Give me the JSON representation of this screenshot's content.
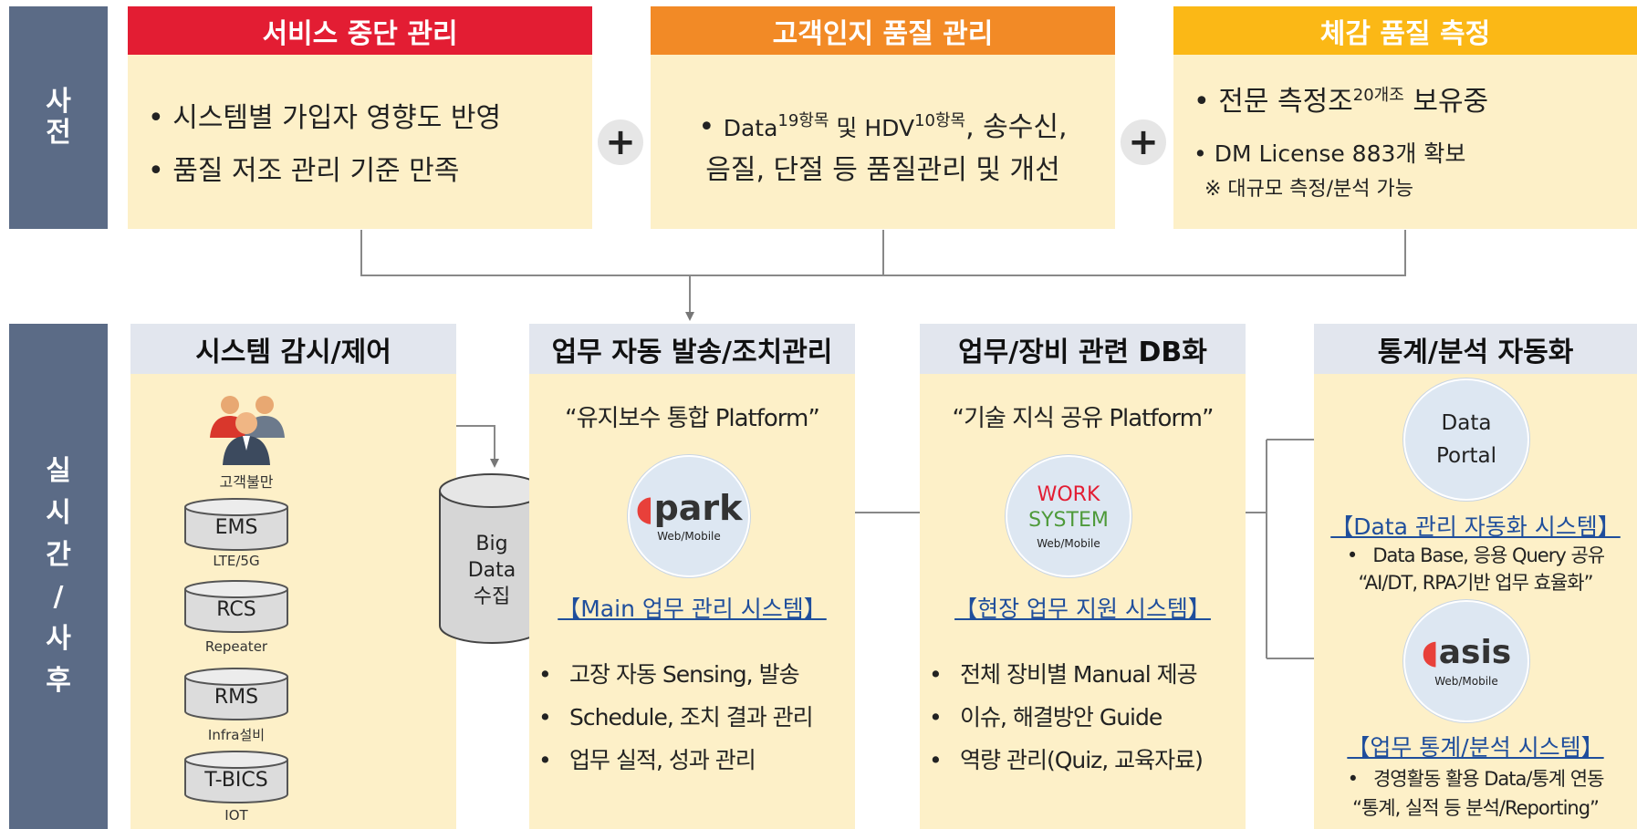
{
  "sidebar": {
    "pre": [
      "사",
      "전"
    ],
    "post": [
      "실",
      "시",
      "간",
      "/",
      "사",
      "후"
    ]
  },
  "top": {
    "box1": {
      "title": "서비스 중단 관리",
      "color": "#e31d33",
      "bullets": [
        "시스템별 가입자 영향도 반영",
        "품질 저조 관리 기준 만족"
      ]
    },
    "box2": {
      "title": "고객인지 품질 관리",
      "color": "#f28a26",
      "line1_a": "Data",
      "line1_sup1": "19항목",
      "line1_b": " 및 HDV",
      "line1_sup2": "10항목",
      "line1_c": ", 송수신,",
      "line2": "음질, 단절 등 품질관리 및 개선"
    },
    "box3": {
      "title": "체감 품질 측정",
      "color": "#fbb816",
      "line1_a": "전문 측정조",
      "line1_sup": "20개조",
      "line1_b": " 보유중",
      "line2": "DM License 883개 확보",
      "note": "※ 대규모 측정/분석 가능"
    },
    "plus": "+"
  },
  "sections": {
    "monitor": {
      "title": "시스템 감시/제어",
      "complaint_label": "고객불만",
      "systems": [
        {
          "name": "EMS",
          "label": "LTE/5G"
        },
        {
          "name": "RCS",
          "label": "Repeater"
        },
        {
          "name": "RMS",
          "label": "Infra설비"
        },
        {
          "name": "T-BICS",
          "label": "IOT"
        }
      ],
      "bigdata": [
        "Big",
        "Data",
        "수집"
      ]
    },
    "auto": {
      "title": "업무 자동 발송/조치관리",
      "quote": "“유지보수 통합 Platform”",
      "logo": "park",
      "logo_sub": "Web/Mobile",
      "link": "【Main 업무 관리 시스템】",
      "bullets": [
        "고장 자동 Sensing, 발송",
        "Schedule, 조치 결과 관리",
        "업무 실적, 성과 관리"
      ]
    },
    "db": {
      "title": "업무/장비 관련 DB화",
      "quote": "“기술 지식 공유 Platform”",
      "logo_l1": "WORK",
      "logo_l2": "SYSTEM",
      "logo_sub": "Web/Mobile",
      "link": "【현장 업무 지원 시스템】",
      "bullets": [
        "전체 장비별 Manual 제공",
        "이슈, 해결방안 Guide",
        "역량 관리(Quiz, 교육자료)"
      ]
    },
    "stats": {
      "title": "통계/분석 자동화",
      "portal_l1": "Data",
      "portal_l2": "Portal",
      "link1": "【Data 관리 자동화 시스템】",
      "desc1_a": "Data Base, 응용 Query 공유",
      "desc1_b": "“AI/DT, RPA기반 업무 효율화”",
      "logo": "asis",
      "logo_sub": "Web/Mobile",
      "link2": "【업무 통계/분석 시스템】",
      "desc2_a": "경영활동 활용 Data/통계 연동",
      "desc2_b": "“통계, 실적 등 분석/Reporting”"
    }
  },
  "colors": {
    "sidebar": "#5b6b86",
    "cream": "#fdf0c8",
    "link": "#1f4e9c",
    "logo_red": "#e8403a",
    "work_red": "#e31d33",
    "work_green": "#4e9a3a"
  }
}
